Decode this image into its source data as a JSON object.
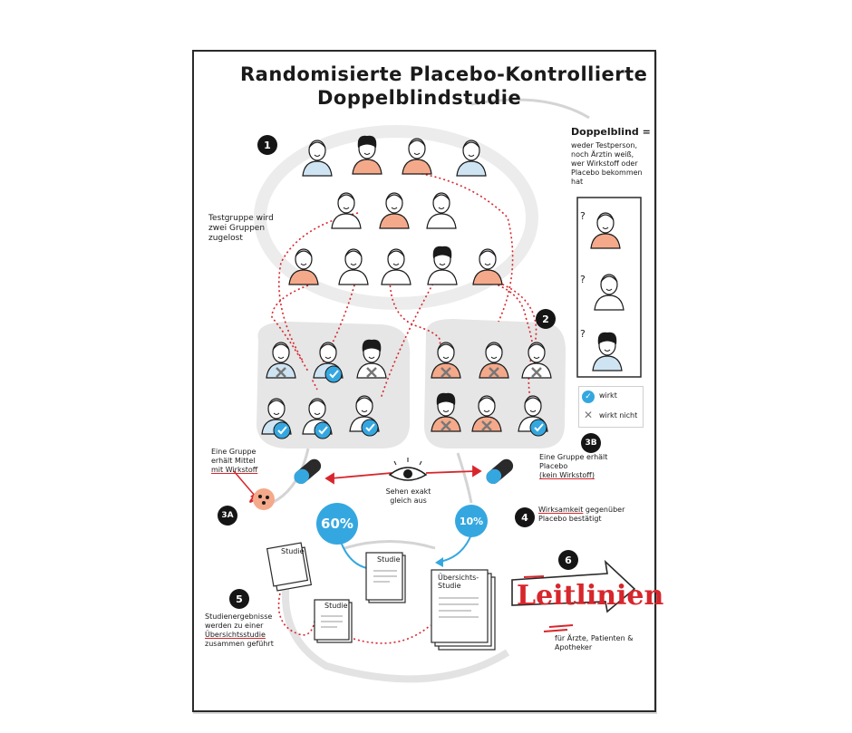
{
  "title": {
    "line1": "Randomisierte Placebo-Kontrollierte",
    "line2": "Doppelblindstudie"
  },
  "steps": [
    "1",
    "2",
    "3A",
    "3B",
    "4",
    "5",
    "6"
  ],
  "doppelblind": {
    "heading": "Doppelblind =",
    "text": "weder Testperson, noch Ärztin weiß, wer Wirkstoff oder Placebo bekommen hat",
    "questions": [
      "?",
      "?",
      "?"
    ]
  },
  "testgroup_note": "Testgruppe wird zwei Gruppen zugelost",
  "legend": {
    "works": "wirkt",
    "not_works": "wirkt nicht"
  },
  "group_a": {
    "text": "Eine Gruppe erhält Mittel",
    "underline": "mit Wirkstoff",
    "percent": "60%"
  },
  "group_b": {
    "text": "Eine Gruppe erhält Placebo",
    "underline": "(kein Wirkstoff)",
    "percent": "10%"
  },
  "eye_note": "Sehen exakt gleich aus",
  "step4": {
    "underline": "Wirksamkeit",
    "text": "gegenüber Placebo bestätigt"
  },
  "studies": {
    "study_label": "Studie",
    "overview_label": "Übersichts-Studie"
  },
  "step5": {
    "pre": "Studienergebnisse werden zu einer",
    "underline": "Übersichtsstudie",
    "post": "zusammen geführt"
  },
  "guidelines": {
    "title": "Leitlinien",
    "audience": "für Ärzte, Patienten & Apotheker"
  },
  "colors": {
    "accent_blue": "#35a7e0",
    "accent_red": "#d7262c",
    "skin_orange": "#f4a98a",
    "shirt_blue": "#cfe4f3",
    "group_bg": "#e6e6e6"
  }
}
